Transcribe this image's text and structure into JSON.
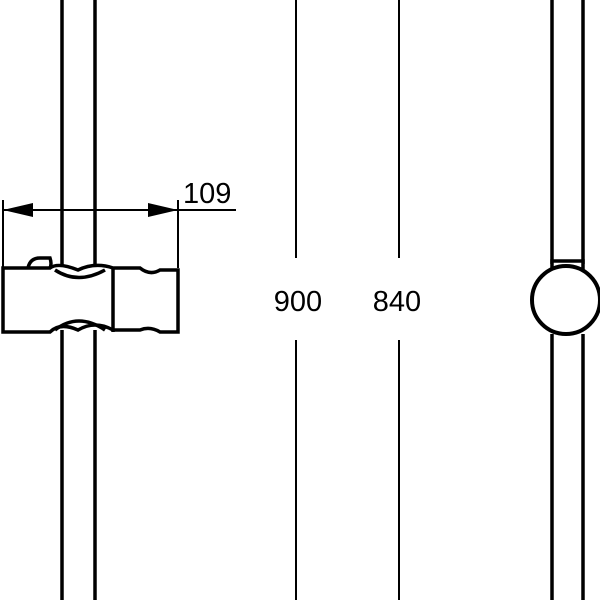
{
  "dimensions": {
    "clamp_width": "109",
    "rail_length_total": "900",
    "rail_length_inner": "840"
  },
  "colors": {
    "line": "#000000",
    "background": "#ffffff"
  }
}
